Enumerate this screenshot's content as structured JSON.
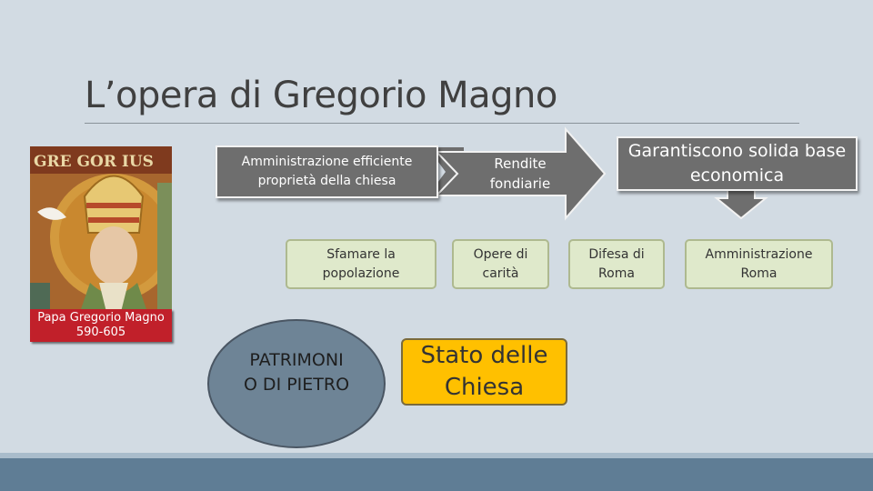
{
  "slide": {
    "title": "L’opera di Gregorio Magno"
  },
  "portrait": {
    "banner_text": "GRE GOR IUS",
    "caption_line1": "Papa Gregorio Magno",
    "caption_line2": "590-605"
  },
  "flow": {
    "admin_line1": "Amministrazione efficiente",
    "admin_line2": "proprietà della chiesa",
    "rendite_line1": "Rendite",
    "rendite_line2": "fondiarie",
    "garant_line1": "Garantiscono solida base",
    "garant_line2": "economica"
  },
  "items": {
    "sfamare_line1": "Sfamare la",
    "sfamare_line2": "popolazione",
    "opere_line1": "Opere di",
    "opere_line2": "carità",
    "difesa_line1": "Difesa di",
    "difesa_line2": "Roma",
    "ammroma_line1": "Amministrazione",
    "ammroma_line2": "Roma"
  },
  "bottom": {
    "patrimonio_line1": "PATRIMONI",
    "patrimonio_line2": "O DI PIETRO",
    "stato_line1": "Stato delle",
    "stato_line2": "Chiesa"
  },
  "colors": {
    "background": "#d2dbe3",
    "gray_box": "#6e6e6e",
    "green_box": "#dfe9cb",
    "stato_box": "#ffc000",
    "ellipse": "#6e8496",
    "caption": "#c1202a"
  }
}
